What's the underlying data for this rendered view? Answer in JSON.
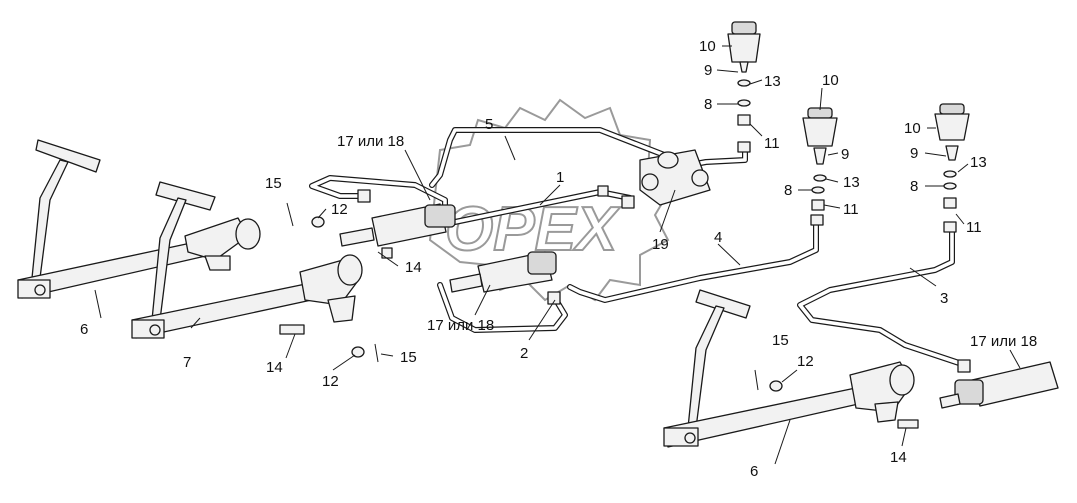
{
  "callouts": {
    "c1": "1",
    "c2": "2",
    "c3": "3",
    "c4": "4",
    "c5": "5",
    "c6a": "6",
    "c6b": "6",
    "c7": "7",
    "c8a": "8",
    "c8b": "8",
    "c8c": "8",
    "c9a": "9",
    "c9b": "9",
    "c9c": "9",
    "c10a": "10",
    "c10b": "10",
    "c10c": "10",
    "c11a": "11",
    "c11b": "11",
    "c11c": "11",
    "c12a": "12",
    "c12b": "12",
    "c12c": "12",
    "c13a": "13",
    "c13b": "13",
    "c13c": "13",
    "c14a": "14",
    "c14b": "14",
    "c14c": "14",
    "c15a": "15",
    "c15b": "15",
    "c15c": "15",
    "c1718a": "17 или 18",
    "c1718b": "17 или 18",
    "c1718c": "17 или 18",
    "c19": "19"
  },
  "watermark": "OPEX"
}
